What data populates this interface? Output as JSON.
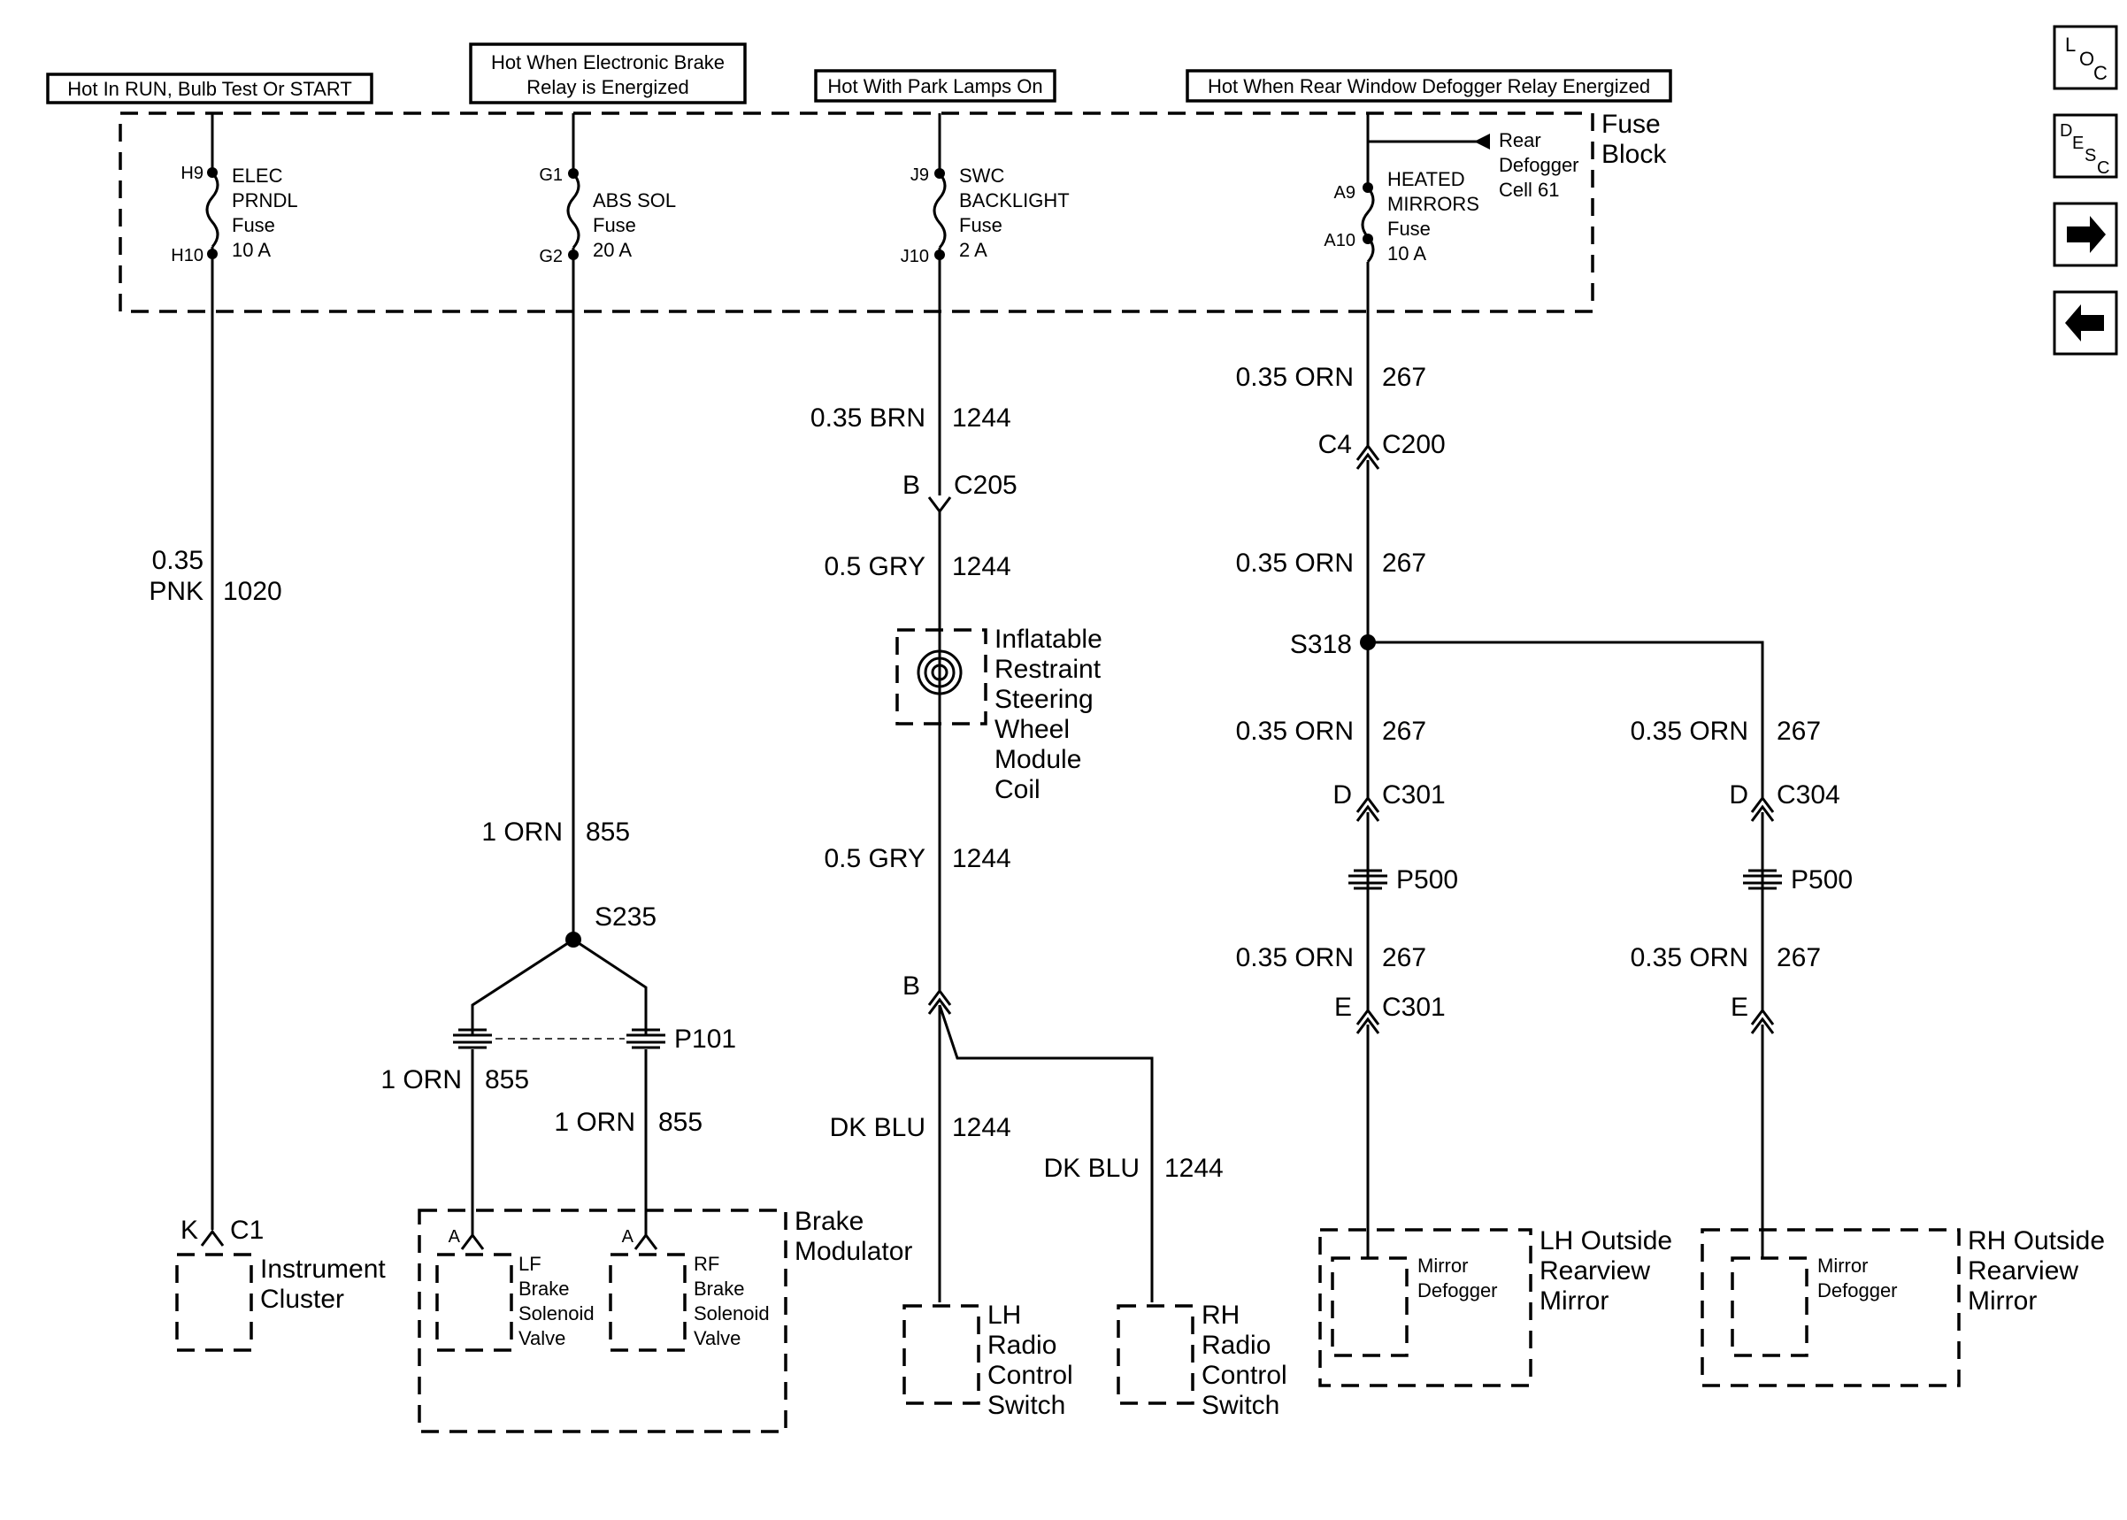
{
  "power_labels": {
    "run": "Hot In RUN, Bulb Test Or START",
    "ebrake_1": "Hot When Electronic Brake",
    "ebrake_2": "Relay is Energized",
    "park": "Hot With Park Lamps On",
    "defog": "Hot When Rear Window Defogger Relay Energized"
  },
  "fuse_block": {
    "label_1": "Fuse",
    "label_2": "Block"
  },
  "fuses": {
    "prndl": {
      "pin_top": "H9",
      "pin_bot": "H10",
      "l1": "ELEC",
      "l2": "PRNDL",
      "l3": "Fuse",
      "l4": "10 A"
    },
    "abs": {
      "pin_top": "G1",
      "pin_bot": "G2",
      "l1": "ABS SOL",
      "l2": "Fuse",
      "l3": "20 A"
    },
    "swc": {
      "pin_top": "J9",
      "pin_bot": "J10",
      "l1": "SWC",
      "l2": "BACKLIGHT",
      "l3": "Fuse",
      "l4": "2 A"
    },
    "mirrors": {
      "pin_top": "A9",
      "pin_bot": "A10",
      "l1": "HEATED",
      "l2": "MIRRORS",
      "l3": "Fuse",
      "l4": "10 A"
    }
  },
  "relay_cell": {
    "l1": "Rear",
    "l2": "Defogger",
    "l3": "Cell 61"
  },
  "wires": {
    "pnk_size": "0.35",
    "pnk_color": "PNK",
    "pnk_circuit": "1020",
    "brn": "0.35 BRN",
    "brn_circuit": "1244",
    "gry1": "0.5 GRY",
    "gry1_circuit": "1244",
    "gry2": "0.5 GRY",
    "gry2_circuit": "1244",
    "orn855_main": "1 ORN",
    "orn855_main_circuit": "855",
    "orn855_left": "1 ORN",
    "orn855_left_circuit": "855",
    "orn855_right": "1 ORN",
    "orn855_right_circuit": "855",
    "dkblu_left": "DK BLU",
    "dkblu_left_circuit": "1244",
    "dkblu_right": "DK BLU",
    "dkblu_right_circuit": "1244",
    "orn267_1": "0.35 ORN",
    "orn267_1_circuit": "267",
    "orn267_2": "0.35 ORN",
    "orn267_2_circuit": "267",
    "orn267_3": "0.35 ORN",
    "orn267_3_circuit": "267",
    "orn267_4": "0.35 ORN",
    "orn267_4_circuit": "267",
    "orn267_5": "0.35 ORN",
    "orn267_5_circuit": "267",
    "orn267_6": "0.35 ORN",
    "orn267_6_circuit": "267"
  },
  "connectors": {
    "c205_pin": "B",
    "c205": "C205",
    "b_lower": "B",
    "c4": "C4",
    "c200": "C200",
    "s318": "S318",
    "c301_pin": "D",
    "c301": "C301",
    "c304_pin": "D",
    "c304": "C304",
    "p500_left": "P500",
    "p500_right": "P500",
    "c301b_pin": "E",
    "c301b": "C301",
    "e_right": "E",
    "s235": "S235",
    "p101": "P101",
    "k_pin": "K",
    "c1": "C1",
    "a_left": "A",
    "a_right": "A"
  },
  "components": {
    "cluster_1": "Instrument",
    "cluster_2": "Cluster",
    "modulator_1": "Brake",
    "modulator_2": "Modulator",
    "lf_1": "LF",
    "lf_2": "Brake",
    "lf_3": "Solenoid",
    "lf_4": "Valve",
    "rf_1": "RF",
    "rf_2": "Brake",
    "rf_3": "Solenoid",
    "rf_4": "Valve",
    "coil_1": "Inflatable",
    "coil_2": "Restraint",
    "coil_3": "Steering",
    "coil_4": "Wheel",
    "coil_5": "Module",
    "coil_6": "Coil",
    "lhsw_1": "LH",
    "lhsw_2": "Radio",
    "lhsw_3": "Control",
    "lhsw_4": "Switch",
    "rhsw_1": "RH",
    "rhsw_2": "Radio",
    "rhsw_3": "Control",
    "rhsw_4": "Switch",
    "lhdef_1": "Mirror",
    "lhdef_2": "Defogger",
    "lhmir_1": "LH Outside",
    "lhmir_2": "Rearview",
    "lhmir_3": "Mirror",
    "rhdef_1": "Mirror",
    "rhdef_2": "Defogger",
    "rhmir_1": "RH Outside",
    "rhmir_2": "Rearview",
    "rhmir_3": "Mirror"
  },
  "nav": {
    "loc": {
      "l": "L",
      "o": "O",
      "c": "C"
    },
    "desc": {
      "d": "D",
      "e": "E",
      "s": "S",
      "c": "C"
    },
    "next_icon": "arrow-right-icon",
    "prev_icon": "arrow-left-icon"
  }
}
